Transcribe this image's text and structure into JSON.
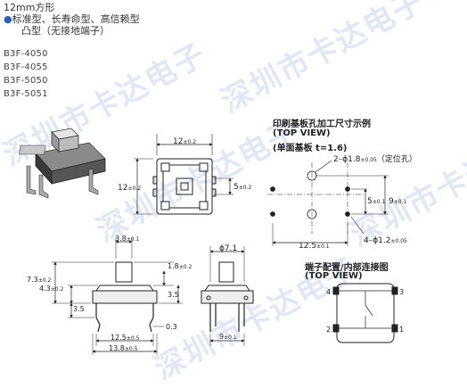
{
  "header": {
    "size": "12mm方形",
    "bullet": "●",
    "line1": "标准型、长寿命型、高信赖型",
    "line2": "凸型（无接地端子）"
  },
  "models": [
    "B3F-4050",
    "B3F-4055",
    "B3F-5050",
    "B3F-5051"
  ],
  "watermark": "深圳市卡达电子",
  "pcb": {
    "title": "印刷基板孔加工尺寸示例",
    "view": "(TOP VIEW)",
    "subtitle": "(单面基板  t=1.6)",
    "hole_locate": "2–ϕ1.8",
    "hole_locate_tol": "±0.05",
    "hole_locate_note": "（定位孔）",
    "hole_term": "4–ϕ1.2",
    "hole_term_tol": "±0.05",
    "dim_w": "12.5",
    "dim_w_tol": "±0.1",
    "dim_h1": "5",
    "dim_h1_tol": "±0.1",
    "dim_h2": "9",
    "dim_h2_tol": "±0.1"
  },
  "terminal": {
    "title": "端子配置/内部连接图",
    "view": "(TOP VIEW)",
    "pins": [
      "4",
      "3",
      "2",
      "1"
    ]
  },
  "top_view": {
    "dim_w": "12",
    "dim_w_tol": "±0.2",
    "dim_h": "12",
    "dim_h_tol": "±0.2",
    "dim_btn": "5",
    "dim_btn_tol": "±0.2"
  },
  "front_view": {
    "dim_top": "3.8",
    "dim_top_tol": "±0.1",
    "dim_18": "1.8",
    "dim_18_tol": "±0.2",
    "dim_73": "7.3",
    "dim_73_tol": "±0.2",
    "dim_43": "4.3",
    "dim_43_tol": "±0.2",
    "dim_35a": "3.5",
    "dim_35b": "3.5",
    "dim_03": "0.3",
    "dim_125": "12.5",
    "dim_125_tol": "±0.5",
    "dim_138": "13.8",
    "dim_138_tol": "±0.5"
  },
  "side_view": {
    "dim_dia": "ϕ7.1",
    "dim_9": "9",
    "dim_9_tol": "±0.1"
  }
}
